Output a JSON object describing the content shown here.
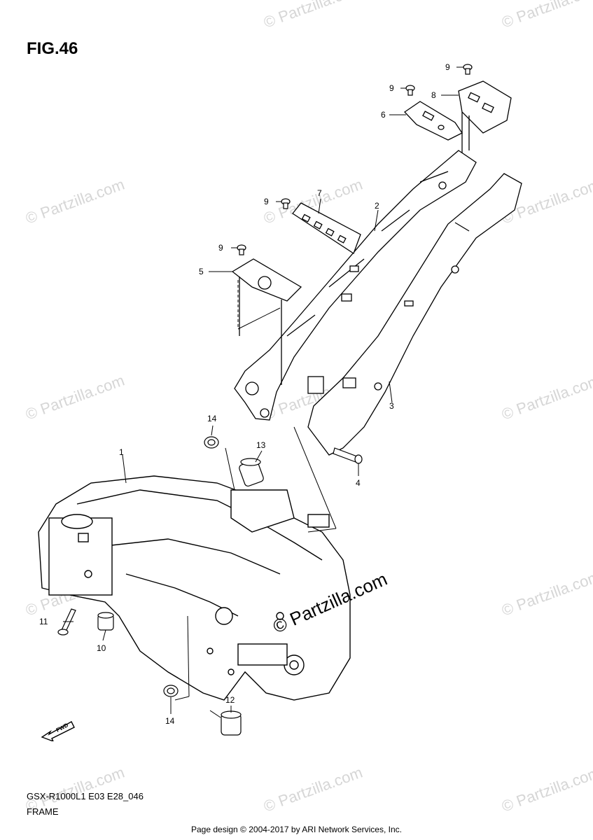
{
  "figure": {
    "title": "FIG.46",
    "model_code": "GSX-R1000L1 E03 E28_046",
    "caption": "FRAME",
    "footer": "Page design © 2004-2017 by ARI Network Services, Inc.",
    "watermark": "© Partzilla.com",
    "fwd_label": "FWD"
  },
  "callouts": {
    "c1": "1",
    "c2": "2",
    "c3": "3",
    "c4": "4",
    "c5": "5",
    "c6": "6",
    "c7": "7",
    "c8": "8",
    "c9a": "9",
    "c9b": "9",
    "c9c": "9",
    "c9d": "9",
    "c10": "10",
    "c11": "11",
    "c12": "12",
    "c13": "13",
    "c14a": "14",
    "c14b": "14"
  },
  "colors": {
    "line": "#000000",
    "watermark": "#d6d6d6",
    "background": "#ffffff"
  }
}
